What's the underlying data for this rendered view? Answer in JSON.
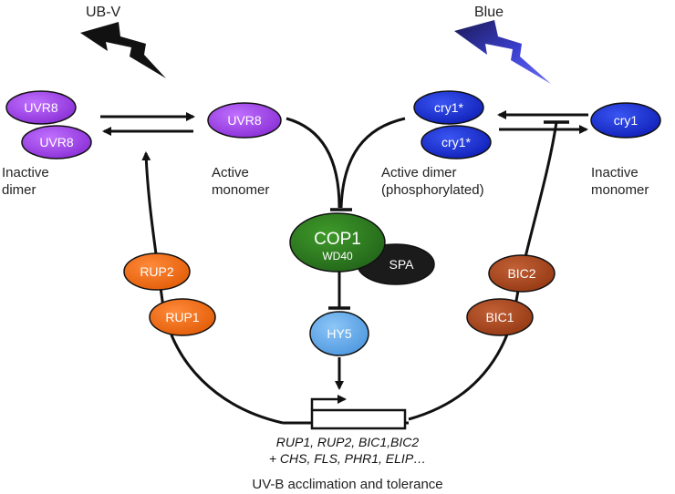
{
  "lights": {
    "uvb": "UB-V",
    "blue": "Blue"
  },
  "nodes": {
    "uvr8_dimer_top": "UVR8",
    "uvr8_dimer_bottom": "UVR8",
    "uvr8_monomer": "UVR8",
    "cry1_dimer_top": "cry1*",
    "cry1_dimer_bottom": "cry1*",
    "cry1_monomer": "cry1",
    "cop1": "COP1",
    "cop1_domain": "WD40",
    "spa": "SPA",
    "hy5": "HY5",
    "rup2": "RUP2",
    "rup1": "RUP1",
    "bic2": "BIC2",
    "bic1": "BIC1"
  },
  "labels": {
    "uvr8_inactive_1": "Inactive",
    "uvr8_inactive_2": "dimer",
    "uvr8_active_1": "Active",
    "uvr8_active_2": "monomer",
    "cry_active_1": "Active dimer",
    "cry_active_2": "(phosphorylated)",
    "cry_inactive_1": "Inactive",
    "cry_inactive_2": "monomer"
  },
  "genes": {
    "line1": "RUP1, RUP2, BIC1,BIC2",
    "line2": "+ CHS, FLS, PHR1, ELIP…"
  },
  "outcome": "UV-B acclimation and tolerance",
  "colors": {
    "uvr8": "#9b3de3",
    "cry": "#1a2fd0",
    "cop1": "#2e7d1e",
    "spa": "#1b1b1b",
    "hy5": "#5aa5e8",
    "rup": "#ee6a10",
    "bic": "#a8451a"
  }
}
